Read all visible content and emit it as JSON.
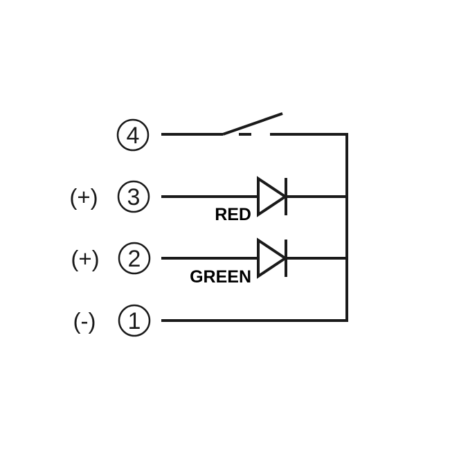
{
  "diagram": {
    "type": "wiring-schematic",
    "pins": [
      {
        "number": "4",
        "polarity": "",
        "element": "switch",
        "label": ""
      },
      {
        "number": "3",
        "polarity": "(+)",
        "element": "diode",
        "label": "RED"
      },
      {
        "number": "2",
        "polarity": "(+)",
        "element": "diode",
        "label": "GREEN"
      },
      {
        "number": "1",
        "polarity": "(-)",
        "element": "wire",
        "label": ""
      }
    ],
    "colors": {
      "line": "#1a1a1a",
      "background": "#ffffff"
    }
  }
}
